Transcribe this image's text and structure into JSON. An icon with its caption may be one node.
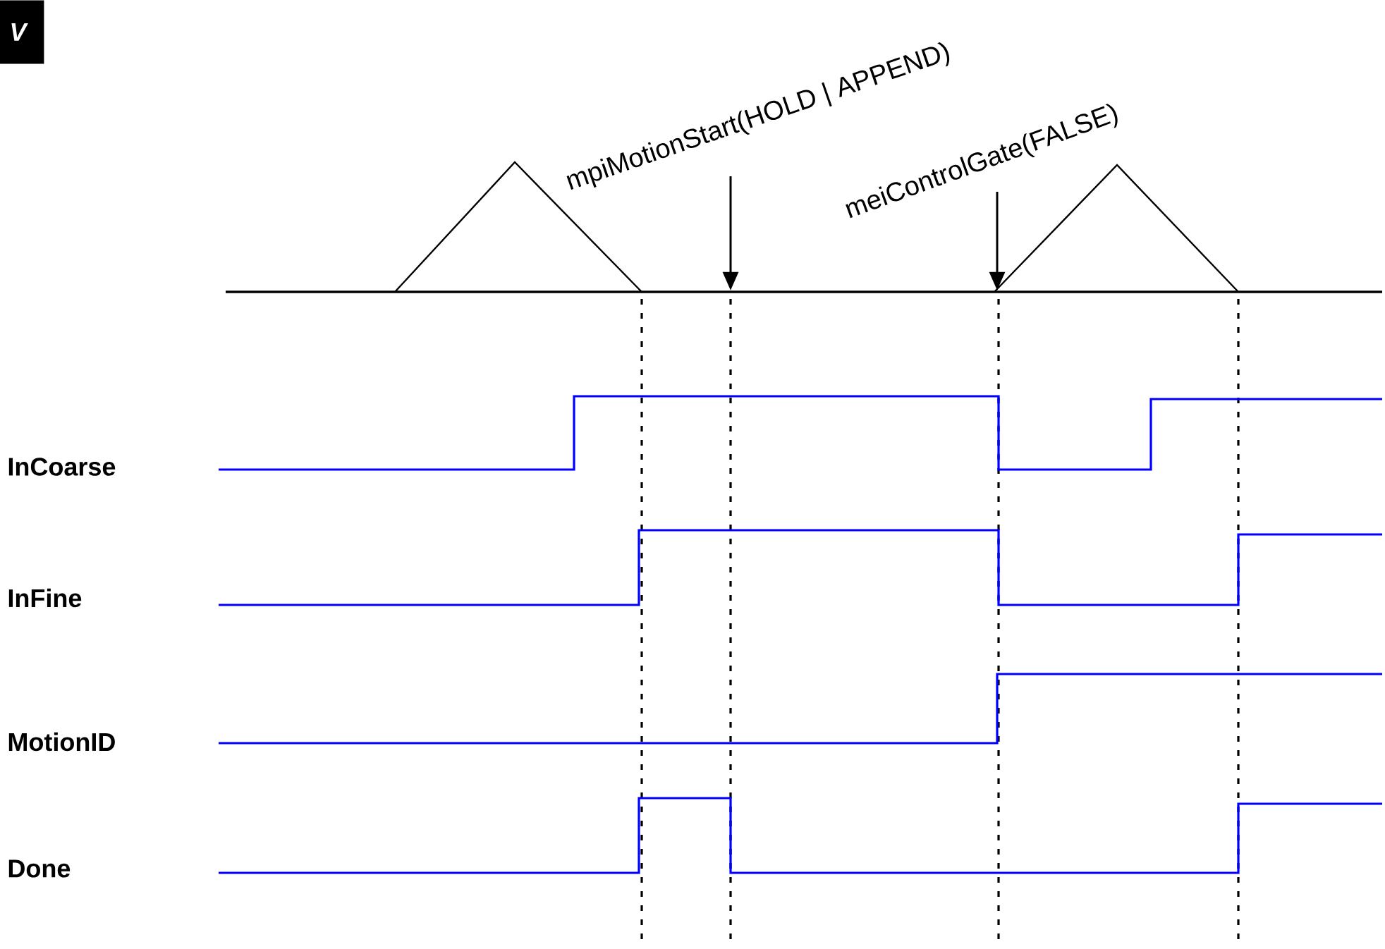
{
  "diagram": {
    "nodes": [
      {
        "text": [
          "mpiMotionStart(HOLD | APPEND)"
        ]
      },
      {
        "text": [
          "meiControlGate(FALSE)"
        ]
      },
      {
        "text": [],
        "shape": "bar"
      }
    ],
    "edges": [
      {
        "from": 0,
        "to": 2,
        "arrow": "to"
      },
      {
        "from": 1,
        "to": 2,
        "arrow": "to"
      }
    ],
    "labels": [
      "V",
      "InCoarse",
      "InFine",
      "MotionID",
      "Done"
    ]
  }
}
